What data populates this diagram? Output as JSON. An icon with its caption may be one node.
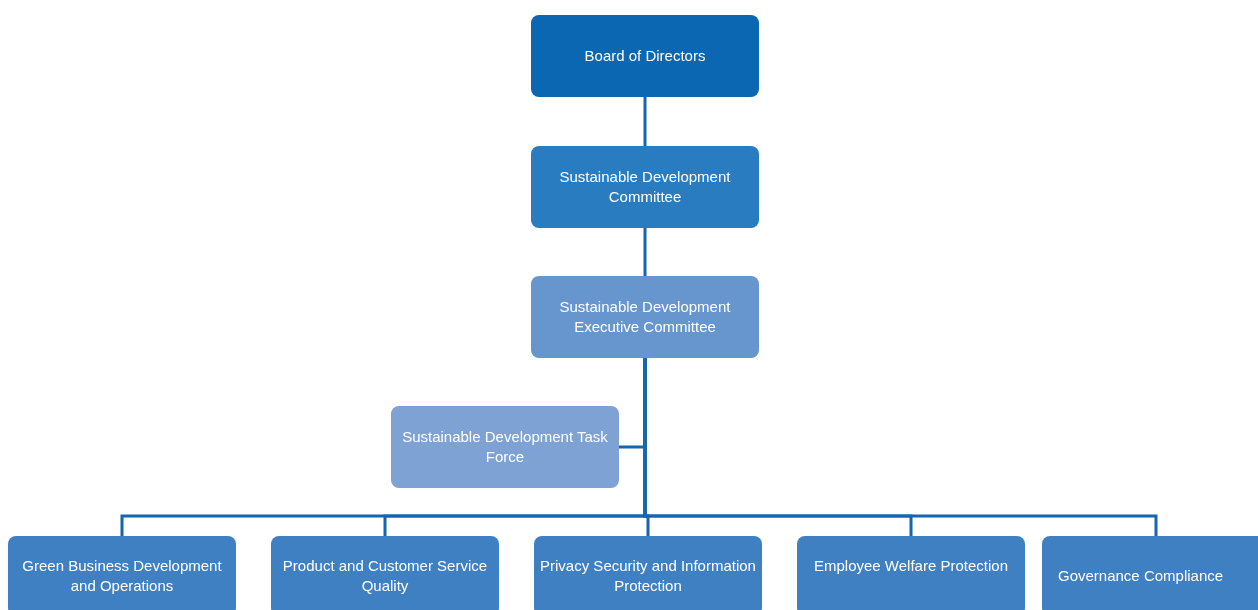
{
  "diagram": {
    "nodes": [
      {
        "text": [
          "Board of Directors"
        ]
      },
      {
        "text": [
          "Sustainable Development Committee"
        ]
      },
      {
        "text": [
          "Sustainable Development Executive Committee"
        ]
      },
      {
        "text": [
          "Sustainable Development Task Force"
        ]
      },
      {
        "text": [
          "Green Business Development and Operations"
        ]
      },
      {
        "text": [
          "Product and Customer Service Quality"
        ]
      },
      {
        "text": [
          "Privacy Security and Information Protection"
        ]
      },
      {
        "text": [
          "Employee Welfare Protection"
        ]
      },
      {
        "text": [
          "Governance Compliance"
        ]
      }
    ],
    "edges": [
      {
        "from": 0,
        "to": 1,
        "arrow": "none"
      },
      {
        "from": 1,
        "to": 2,
        "arrow": "none"
      },
      {
        "from": 2,
        "to": 3,
        "arrow": "none"
      },
      {
        "from": 2,
        "to": 4,
        "arrow": "none"
      },
      {
        "from": 2,
        "to": 5,
        "arrow": "none"
      },
      {
        "from": 2,
        "to": 6,
        "arrow": "none"
      },
      {
        "from": 2,
        "to": 7,
        "arrow": "none"
      },
      {
        "from": 2,
        "to": 8,
        "arrow": "none"
      }
    ]
  }
}
